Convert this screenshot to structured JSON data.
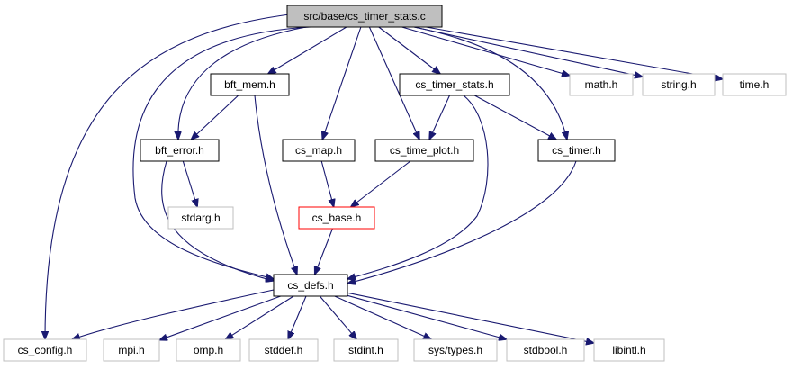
{
  "diagram": {
    "nodes": {
      "root": {
        "label": "src/base/cs_timer_stats.c",
        "style": "root"
      },
      "bft_mem": {
        "label": "bft_mem.h",
        "style": "normal"
      },
      "cs_timer_stats": {
        "label": "cs_timer_stats.h",
        "style": "normal"
      },
      "math": {
        "label": "math.h",
        "style": "external"
      },
      "string": {
        "label": "string.h",
        "style": "external"
      },
      "time": {
        "label": "time.h",
        "style": "external"
      },
      "bft_error": {
        "label": "bft_error.h",
        "style": "normal"
      },
      "cs_map": {
        "label": "cs_map.h",
        "style": "normal"
      },
      "cs_time_plot": {
        "label": "cs_time_plot.h",
        "style": "normal"
      },
      "cs_timer": {
        "label": "cs_timer.h",
        "style": "normal"
      },
      "stdarg": {
        "label": "stdarg.h",
        "style": "external"
      },
      "cs_base": {
        "label": "cs_base.h",
        "style": "highlight"
      },
      "cs_defs": {
        "label": "cs_defs.h",
        "style": "normal"
      },
      "cs_config": {
        "label": "cs_config.h",
        "style": "external"
      },
      "mpi": {
        "label": "mpi.h",
        "style": "external"
      },
      "omp": {
        "label": "omp.h",
        "style": "external"
      },
      "stddef": {
        "label": "stddef.h",
        "style": "external"
      },
      "stdint": {
        "label": "stdint.h",
        "style": "external"
      },
      "sys_types": {
        "label": "sys/types.h",
        "style": "external"
      },
      "stdbool": {
        "label": "stdbool.h",
        "style": "external"
      },
      "libintl": {
        "label": "libintl.h",
        "style": "external"
      }
    },
    "edges": [
      [
        "root",
        "cs_config"
      ],
      [
        "root",
        "bft_mem"
      ],
      [
        "root",
        "bft_error"
      ],
      [
        "root",
        "cs_defs"
      ],
      [
        "root",
        "cs_map"
      ],
      [
        "root",
        "cs_time_plot"
      ],
      [
        "root",
        "cs_timer_stats"
      ],
      [
        "root",
        "cs_timer"
      ],
      [
        "root",
        "math"
      ],
      [
        "root",
        "string"
      ],
      [
        "root",
        "time"
      ],
      [
        "bft_mem",
        "bft_error"
      ],
      [
        "bft_mem",
        "cs_defs"
      ],
      [
        "cs_timer_stats",
        "cs_time_plot"
      ],
      [
        "cs_timer_stats",
        "cs_timer"
      ],
      [
        "cs_timer_stats",
        "cs_defs"
      ],
      [
        "bft_error",
        "stdarg"
      ],
      [
        "bft_error",
        "cs_defs"
      ],
      [
        "cs_map",
        "cs_base"
      ],
      [
        "cs_time_plot",
        "cs_base"
      ],
      [
        "cs_timer",
        "cs_defs"
      ],
      [
        "cs_base",
        "cs_defs"
      ],
      [
        "cs_defs",
        "cs_config"
      ],
      [
        "cs_defs",
        "mpi"
      ],
      [
        "cs_defs",
        "omp"
      ],
      [
        "cs_defs",
        "stddef"
      ],
      [
        "cs_defs",
        "stdint"
      ],
      [
        "cs_defs",
        "sys_types"
      ],
      [
        "cs_defs",
        "stdbool"
      ],
      [
        "cs_defs",
        "libintl"
      ]
    ],
    "colors": {
      "edge": "#191970",
      "root_fill": "#bfbfbf",
      "normal_border": "#000000",
      "external_border": "#bfbfbf",
      "highlight_border": "#ff0000"
    }
  }
}
